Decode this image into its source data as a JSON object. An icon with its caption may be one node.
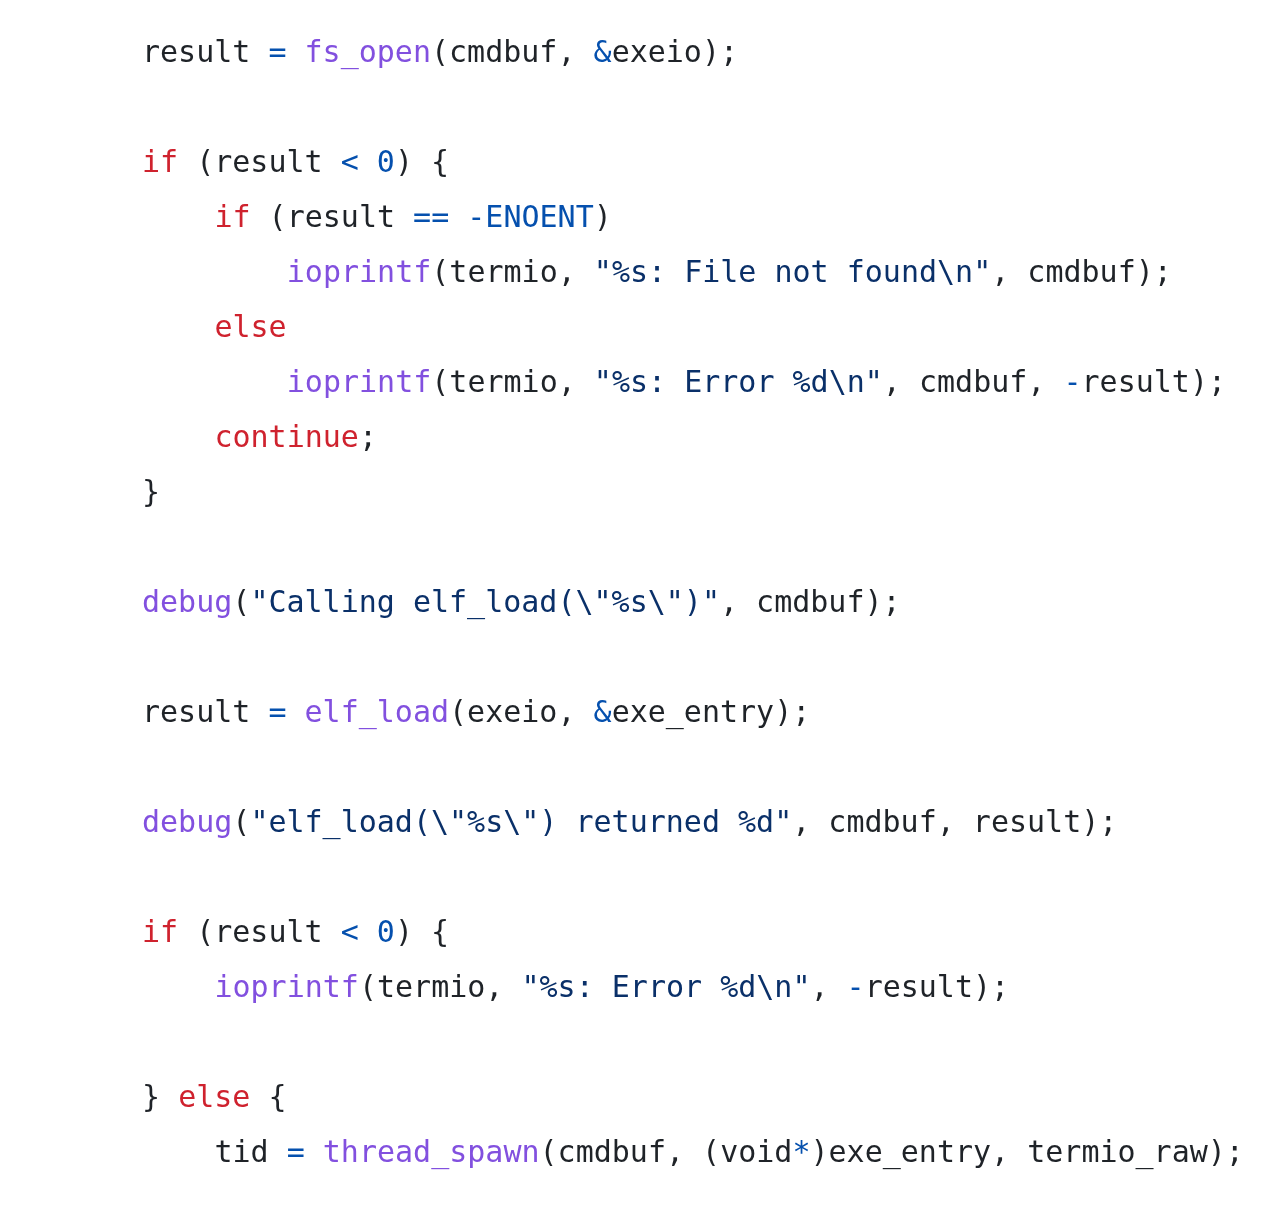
{
  "diagram": {
    "labels": [
      "result = fs_open(cmdbuf, &exeio);",
      "if (result < 0) {",
      "if (result == -ENOENT)",
      "ioprintf(termio, \"%s: File not found\\n\", cmdbuf);",
      "else",
      "ioprintf(termio, \"%s: Error %d\\n\", cmdbuf, -result);",
      "continue;",
      "}",
      "debug(\"Calling elf_load(\\\"%s\\\")\", cmdbuf);",
      "result = elf_load(exeio, &exe_entry);",
      "debug(\"elf_load(\\\"%s\\\") returned %d\", cmdbuf, result);",
      "if (result < 0) {",
      "ioprintf(termio, \"%s: Error %d\\n\", -result);",
      "} else {",
      "tid = thread_spawn(cmdbuf, (void*)exe_entry, termio_raw);"
    ]
  }
}
